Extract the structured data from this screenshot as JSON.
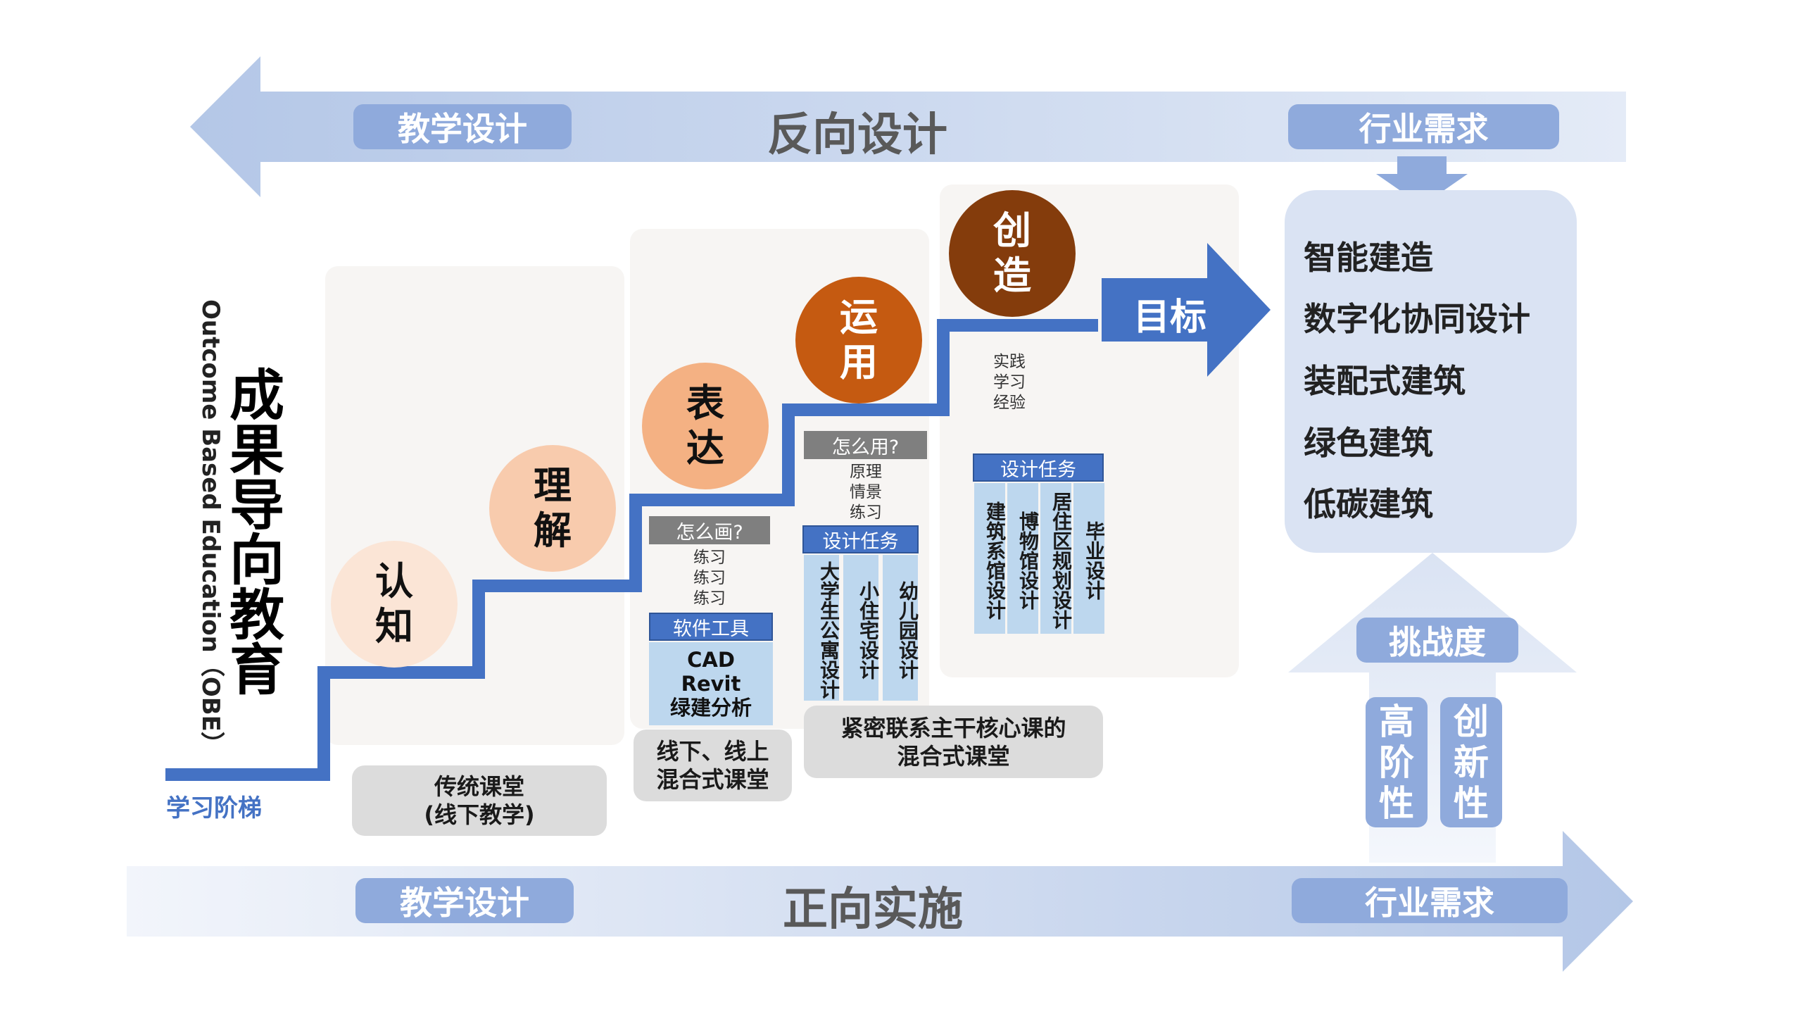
{
  "top_band": {
    "left_label": "教学设计",
    "center_label": "反向设计",
    "right_label": "行业需求"
  },
  "bottom_band": {
    "left_label": "教学设计",
    "center_label": "正向实施",
    "right_label": "行业需求"
  },
  "obe": {
    "title_cn": "成果导向教育",
    "title_en": "Outcome Based Education（OBE）"
  },
  "stair_label": "学习阶梯",
  "stages": [
    {
      "chars": [
        "认",
        "知"
      ],
      "color": "#fbe5d6"
    },
    {
      "chars": [
        "理",
        "解"
      ],
      "color": "#f8cbad"
    },
    {
      "chars": [
        "表",
        "达"
      ],
      "color": "#f4b183"
    },
    {
      "chars": [
        "运",
        "用"
      ],
      "color": "#c55a11"
    },
    {
      "chars": [
        "创",
        "造"
      ],
      "color": "#843c0c"
    }
  ],
  "stage1": {
    "classroom": [
      "传统课堂",
      "(线下教学)"
    ]
  },
  "stage2": {
    "question": "怎么画?",
    "practice": [
      "练习",
      "练习",
      "练习"
    ],
    "tools_header": "软件工具",
    "tools": [
      "CAD",
      "Revit",
      "绿建分析"
    ],
    "classroom": [
      "线下、线上",
      "混合式课堂"
    ]
  },
  "stage3": {
    "question": "怎么用?",
    "topics": [
      "原理",
      "情景",
      "练习"
    ],
    "task_header": "设计任务",
    "tasks": [
      "大学生公寓设计",
      "小住宅设计",
      "幼儿园设计"
    ],
    "classroom": [
      "紧密联系主干核心课的",
      "混合式课堂"
    ]
  },
  "stage4": {
    "notes": [
      "实践",
      "学习",
      "经验"
    ],
    "task_header": "设计任务",
    "tasks": [
      "建筑系馆设计",
      "博物馆设计",
      "居住区规划设计",
      "毕业设计"
    ]
  },
  "goal_arrow_label": "目标",
  "goals": [
    "智能建造",
    "数字化协同设计",
    "装配式建筑",
    "绿色建筑",
    "低碳建筑"
  ],
  "challenge": {
    "label": "挑战度",
    "left_col": [
      "高",
      "阶",
      "性"
    ],
    "right_col": [
      "创",
      "新",
      "性"
    ]
  },
  "colors": {
    "band_fill": "#dae3f3",
    "pill_fill": "#8faadc",
    "stair_blue": "#4472c4",
    "goal_box": "#dae3f3"
  }
}
